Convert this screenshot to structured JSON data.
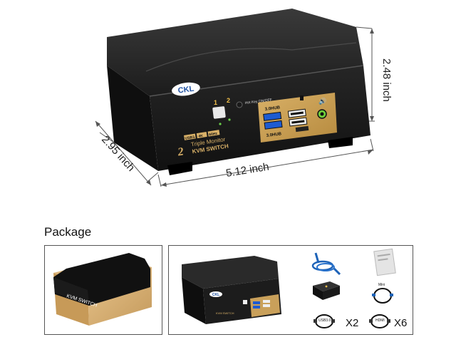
{
  "dimensions": {
    "height": "2.48 inch",
    "width": "5.12 inch",
    "depth": "2.95 inch"
  },
  "device": {
    "brand": "CKL",
    "port_labels": {
      "p1": "1",
      "p2": "2"
    },
    "hotkey_label": "Hot Key\nON/OFF",
    "usb_top_label": "3.0HUB",
    "usb_bottom_label": "3.0HUB",
    "front_lines": [
      "USB3.0",
      "4K",
      "60Hz"
    ],
    "model_line1": "Triple Monitor",
    "model_line2": "KVM SWITCH"
  },
  "package": {
    "title": "Package",
    "box_text": "KVM SWITCH",
    "cable_usb_label": "USB3.0",
    "cable_usb_qty": "X2",
    "cable_hdmi_label": "HDMI",
    "cable_hdmi_qty": "X6",
    "cable_mini_label": "Mini"
  }
}
